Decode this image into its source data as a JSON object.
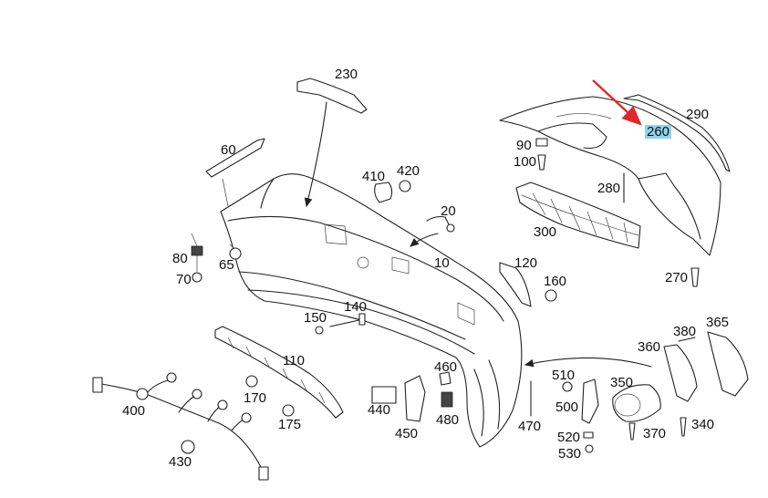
{
  "diagram": {
    "highlight_color": "#8fd3f0",
    "arrow_color": "#e0282a",
    "parts": [
      {
        "id": "p10",
        "label": "10"
      },
      {
        "id": "p20",
        "label": "20"
      },
      {
        "id": "p60",
        "label": "60"
      },
      {
        "id": "p65",
        "label": "65"
      },
      {
        "id": "p70",
        "label": "70"
      },
      {
        "id": "p80",
        "label": "80"
      },
      {
        "id": "p90",
        "label": "90"
      },
      {
        "id": "p100",
        "label": "100"
      },
      {
        "id": "p110",
        "label": "110"
      },
      {
        "id": "p120",
        "label": "120"
      },
      {
        "id": "p140",
        "label": "140"
      },
      {
        "id": "p150",
        "label": "150"
      },
      {
        "id": "p160",
        "label": "160"
      },
      {
        "id": "p170",
        "label": "170"
      },
      {
        "id": "p175",
        "label": "175"
      },
      {
        "id": "p230",
        "label": "230"
      },
      {
        "id": "p260",
        "label": "260",
        "highlighted": true
      },
      {
        "id": "p270",
        "label": "270"
      },
      {
        "id": "p280",
        "label": "280"
      },
      {
        "id": "p290",
        "label": "290"
      },
      {
        "id": "p300",
        "label": "300"
      },
      {
        "id": "p340",
        "label": "340"
      },
      {
        "id": "p350",
        "label": "350"
      },
      {
        "id": "p360",
        "label": "360"
      },
      {
        "id": "p365",
        "label": "365"
      },
      {
        "id": "p370",
        "label": "370"
      },
      {
        "id": "p380",
        "label": "380"
      },
      {
        "id": "p400",
        "label": "400"
      },
      {
        "id": "p410",
        "label": "410"
      },
      {
        "id": "p420",
        "label": "420"
      },
      {
        "id": "p430",
        "label": "430"
      },
      {
        "id": "p440",
        "label": "440"
      },
      {
        "id": "p450",
        "label": "450"
      },
      {
        "id": "p460",
        "label": "460"
      },
      {
        "id": "p470",
        "label": "470"
      },
      {
        "id": "p480",
        "label": "480"
      },
      {
        "id": "p500",
        "label": "500"
      },
      {
        "id": "p510",
        "label": "510"
      },
      {
        "id": "p520",
        "label": "520"
      },
      {
        "id": "p530",
        "label": "530"
      }
    ]
  }
}
